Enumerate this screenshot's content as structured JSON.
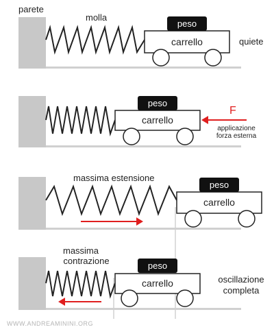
{
  "labels": {
    "wall": "parete",
    "spring": "molla",
    "weight": "peso",
    "cart": "carrello",
    "rest": "quiete",
    "force": "F",
    "force_application_line1": "applicazione",
    "force_application_line2": "forza esterna",
    "max_extension": "massima estensione",
    "max_contraction_line1": "massima",
    "max_contraction_line2": "contrazione",
    "full_oscillation_line1": "oscillazione",
    "full_oscillation_line2": "completa",
    "watermark": "WWW.ANDREAMININI.ORG"
  },
  "colors": {
    "wall": "#c8c8c8",
    "ground": "#d0d0d0",
    "ink": "#222222",
    "weight_fill": "#111111",
    "weight_text": "#ffffff",
    "arrow": "#e01e1e",
    "guide": "#bbbbbb",
    "watermark": "#b5b5b5"
  }
}
